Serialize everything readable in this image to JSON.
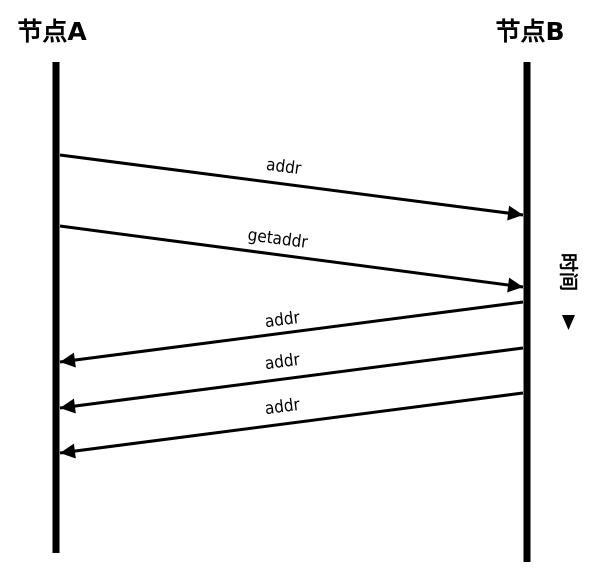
{
  "nodes": {
    "a": {
      "label": "节点A"
    },
    "b": {
      "label": "节点B"
    }
  },
  "messages": [
    {
      "label": "addr",
      "from": "a",
      "to": "b"
    },
    {
      "label": "getaddr",
      "from": "a",
      "to": "b"
    },
    {
      "label": "addr",
      "from": "b",
      "to": "a"
    },
    {
      "label": "addr",
      "from": "b",
      "to": "a"
    },
    {
      "label": "addr",
      "from": "b",
      "to": "a"
    }
  ],
  "time_axis": {
    "label": "时间",
    "direction": "down"
  },
  "colors": {
    "line": "#000000",
    "background": "#ffffff"
  }
}
